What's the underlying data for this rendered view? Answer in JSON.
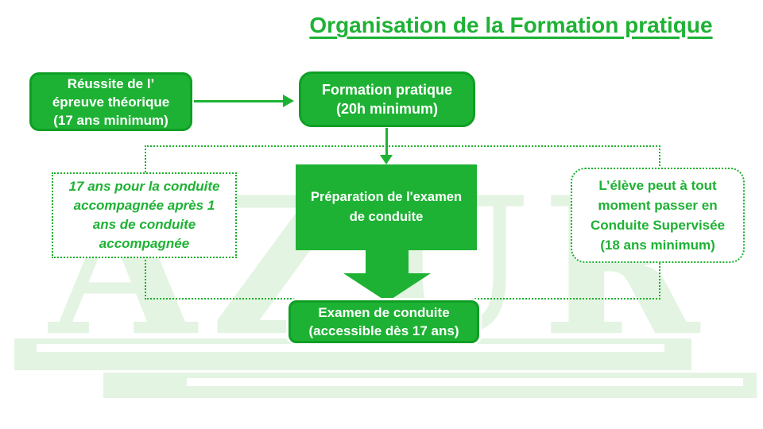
{
  "title": "Organisation de la Formation pratique",
  "colors": {
    "green": "#1eb234",
    "green_dark": "#0e9f24",
    "dotted_green": "#17b02a",
    "watermark_green": "#e3f4e2",
    "text_white": "#ffffff"
  },
  "flow": {
    "reussite": {
      "lines": [
        "Réussite de l’",
        "épreuve théorique",
        "(17 ans minimum)"
      ]
    },
    "formation": {
      "lines": [
        "Formation pratique",
        "(20h minimum)"
      ]
    },
    "preparation": {
      "lines": [
        "Préparation de l'examen",
        "de conduite"
      ]
    },
    "examen": {
      "lines": [
        "Examen de conduite",
        "(accessible dès 17 ans)"
      ]
    }
  },
  "notes": {
    "left": {
      "lines": [
        "17 ans pour la conduite",
        "accompagnée après 1",
        "ans de conduite",
        "accompagnée"
      ]
    },
    "right": {
      "lines": [
        "L’élève peut à tout",
        "moment passer en",
        "Conduite Supervisée",
        "(18 ans minimum)"
      ]
    }
  },
  "watermark": {
    "text": "AZUR"
  }
}
